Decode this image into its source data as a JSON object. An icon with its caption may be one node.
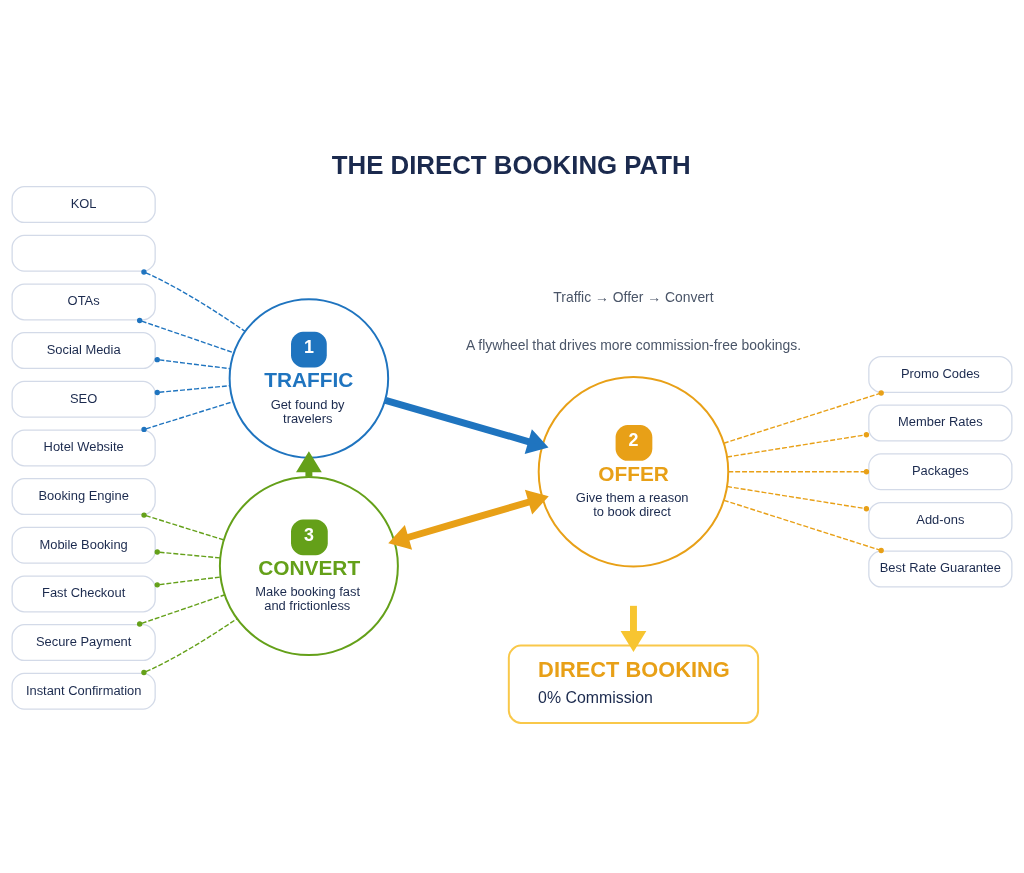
{
  "diagram": {
    "title": "THE DIRECT BOOKING PATH",
    "nodes": [
      {
        "text": [],
        "shape": "box"
      },
      {
        "text": [
          "OTAs"
        ]
      },
      {
        "text": [
          "Social Media"
        ]
      },
      {
        "text": [
          "SEO"
        ]
      },
      {
        "text": [
          "Hotel Website"
        ]
      },
      {
        "text": [
          "KOL"
        ]
      },
      {
        "text": [
          "1",
          "TRAFFIC",
          "Get found by travelers"
        ]
      },
      {
        "text": [
          "Promo Codes"
        ]
      },
      {
        "text": [
          "Member Rates"
        ]
      },
      {
        "text": [
          "Packages"
        ]
      },
      {
        "text": [
          "Add-ons"
        ]
      },
      {
        "text": [
          "Best Rate Guarantee"
        ]
      },
      {
        "text": [
          "2",
          "OFFER",
          "Give them a reason to book direct"
        ]
      },
      {
        "text": [
          "Booking Engine"
        ]
      },
      {
        "text": [
          "Mobile Booking"
        ]
      },
      {
        "text": [
          "Fast Checkout"
        ]
      },
      {
        "text": [
          "Secure Payment"
        ]
      },
      {
        "text": [
          "Instant Confirmation"
        ]
      },
      {
        "text": [
          "3",
          "CONVERT",
          "Make booking fast and frictionless"
        ]
      },
      {
        "text": [
          "DIRECT BOOKING",
          "0% Commission"
        ]
      }
    ],
    "edges": [
      {
        "from": 0,
        "to": 6,
        "arrow": "other",
        "style": "dashed",
        "color": "#1f74bf"
      },
      {
        "from": 1,
        "to": 6,
        "arrow": "other",
        "style": "dashed",
        "color": "#1f74bf"
      },
      {
        "from": 2,
        "to": 6,
        "arrow": "other",
        "style": "dashed",
        "color": "#1f74bf"
      },
      {
        "from": 3,
        "to": 6,
        "arrow": "other",
        "style": "dashed",
        "color": "#1f74bf"
      },
      {
        "from": 4,
        "to": 6,
        "arrow": "other",
        "style": "dashed",
        "color": "#1f74bf"
      },
      {
        "from": 6,
        "to": 12,
        "arrow": "to",
        "style": "thick",
        "color": "#1f74bf"
      },
      {
        "from": 12,
        "to": 7,
        "arrow": "other",
        "style": "dashed",
        "color": "#e8a017"
      },
      {
        "from": 12,
        "to": 8,
        "arrow": "other",
        "style": "dashed",
        "color": "#e8a017"
      },
      {
        "from": 12,
        "to": 9,
        "arrow": "other",
        "style": "dashed",
        "color": "#e8a017"
      },
      {
        "from": 12,
        "to": 10,
        "arrow": "other",
        "style": "dashed",
        "color": "#e8a017"
      },
      {
        "from": 12,
        "to": 11,
        "arrow": "other",
        "style": "dashed",
        "color": "#e8a017"
      },
      {
        "from": 13,
        "to": 18,
        "arrow": "other",
        "style": "dashed",
        "color": "#64a019"
      },
      {
        "from": 14,
        "to": 18,
        "arrow": "other",
        "style": "dashed",
        "color": "#64a019"
      },
      {
        "from": 15,
        "to": 18,
        "arrow": "other",
        "style": "dashed",
        "color": "#64a019"
      },
      {
        "from": 16,
        "to": 18,
        "arrow": "other",
        "style": "dashed",
        "color": "#64a019"
      },
      {
        "from": 17,
        "to": 18,
        "arrow": "other",
        "style": "dashed",
        "color": "#64a019"
      },
      {
        "from": 18,
        "to": 6,
        "arrow": "to",
        "style": "thick",
        "color": "#64a019"
      },
      {
        "from": 18,
        "to": 12,
        "arrow": "both",
        "style": "thick",
        "color": "#e8a017"
      },
      {
        "from": null,
        "to": 19,
        "arrow": "to",
        "style": "thick",
        "color": "#f7c531"
      }
    ],
    "labels": [
      "Traffic → Offer → Convert",
      "A flywheel that drives more commission-free bookings."
    ]
  }
}
